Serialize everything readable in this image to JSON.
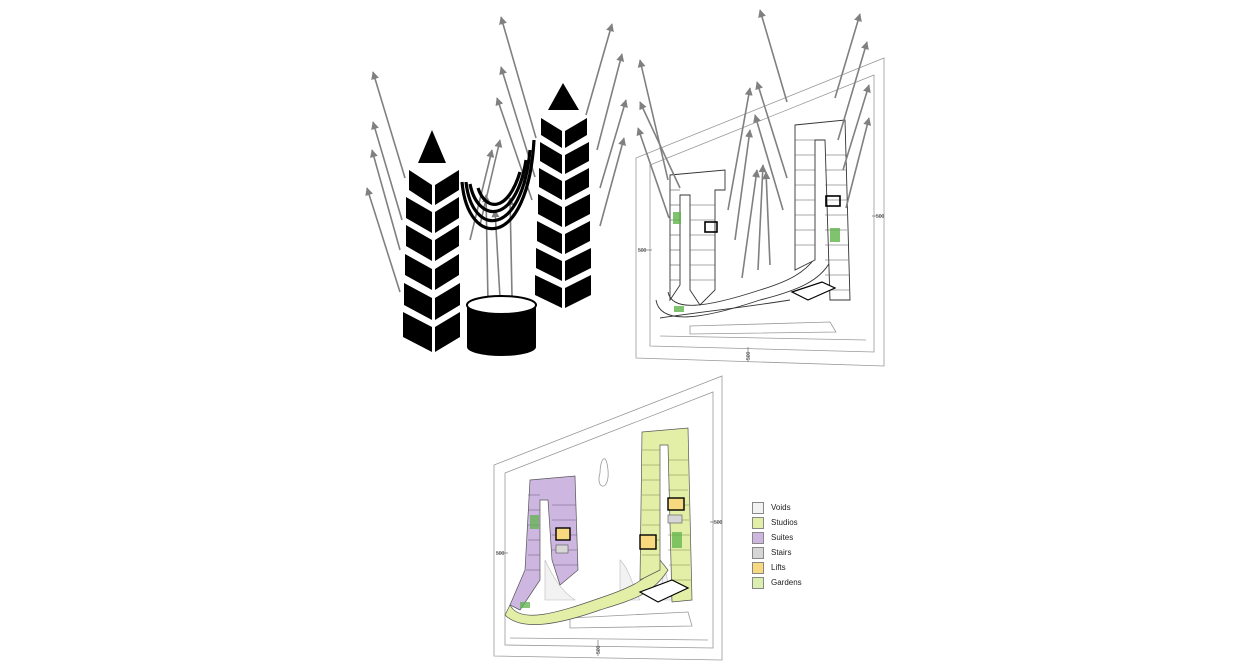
{
  "dimensions": {
    "plan_top_left": "500",
    "plan_top_right": "500",
    "plan_top_bottom": "500",
    "plan_bottom_left": "500",
    "plan_bottom_right": "500",
    "plan_bottom_bottom": "500"
  },
  "legend": {
    "items": [
      {
        "label": "Voids",
        "color": "#f2f2f2"
      },
      {
        "label": "Studios",
        "color": "#e3eea7"
      },
      {
        "label": "Suites",
        "color": "#cdb6e0"
      },
      {
        "label": "Stairs",
        "color": "#d6d6d6"
      },
      {
        "label": "Lifts",
        "color": "#f9d980"
      },
      {
        "label": "Gardens",
        "color": "#dceeb0"
      }
    ]
  },
  "colors": {
    "ink": "#000000",
    "arrow": "#808080",
    "line": "#555555",
    "garden_green": "#5fb44b"
  }
}
